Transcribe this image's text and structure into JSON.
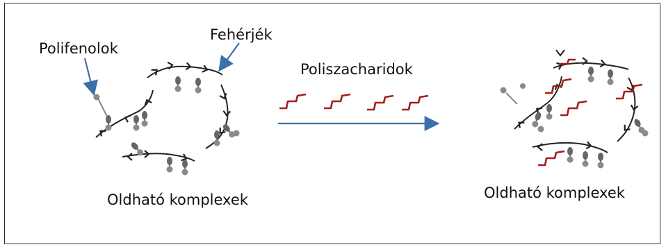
{
  "labels": {
    "polyphenols": "Polifenolok",
    "proteins": "Fehérjék",
    "polysaccharides": "Poliszacharidok",
    "complex_left": "Oldható komplexek",
    "complex_right": "Oldható komplexek"
  },
  "colors": {
    "protein_chain": "#222222",
    "polyphenol_dot": "#8a8a8a",
    "polysaccharide": "#a61c1c",
    "arrow": "#3d6fa8",
    "frame": "#2b2b2b"
  }
}
